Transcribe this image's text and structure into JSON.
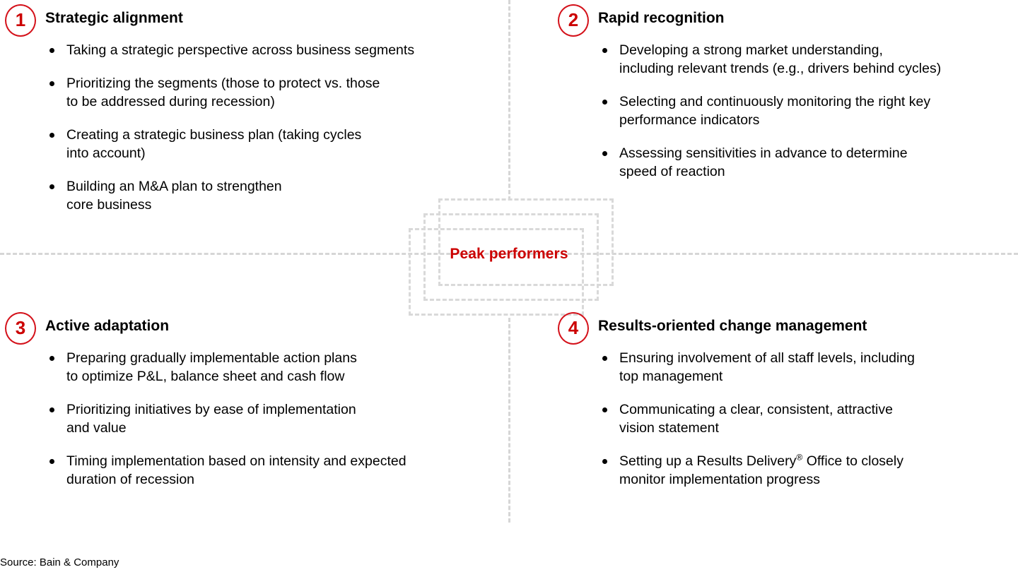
{
  "center": {
    "label": "Peak performers"
  },
  "colors": {
    "accent_red": "#cc0000",
    "badge_outline": "#d4111a",
    "divider_gray": "#d6d6d6",
    "text_black": "#000000"
  },
  "quadrants": [
    {
      "number": "1",
      "title": "Strategic alignment",
      "bullets": [
        [
          "Taking a strategic perspective across business segments"
        ],
        [
          "Prioritizing the segments (those to protect vs. those",
          "to be addressed during recession)"
        ],
        [
          "Creating a strategic business plan (taking cycles",
          "into account)"
        ],
        [
          "Building an M&A plan to strengthen",
          "core business"
        ]
      ]
    },
    {
      "number": "2",
      "title": "Rapid recognition",
      "bullets": [
        [
          "Developing a strong market understanding,",
          "including relevant trends (e.g., drivers behind cycles)"
        ],
        [
          "Selecting and continuously monitoring the right key",
          "performance indicators"
        ],
        [
          "Assessing sensitivities in advance to determine",
          "speed of reaction"
        ]
      ]
    },
    {
      "number": "3",
      "title": "Active adaptation",
      "bullets": [
        [
          "Preparing gradually implementable action plans",
          "to optimize P&L, balance sheet and cash flow"
        ],
        [
          "Prioritizing initiatives by ease of implementation",
          "and value"
        ],
        [
          "Timing implementation based on intensity and expected",
          "duration of recession"
        ]
      ]
    },
    {
      "number": "4",
      "title": "Results-oriented change management",
      "bullets": [
        [
          "Ensuring involvement of all staff levels, including",
          "top management"
        ],
        [
          "Communicating a clear, consistent, attractive",
          "vision statement"
        ],
        [
          "Setting up a Results Delivery® Office to closely",
          "monitor implementation progress"
        ]
      ]
    }
  ],
  "footer": {
    "source": "Source: Bain & Company"
  }
}
